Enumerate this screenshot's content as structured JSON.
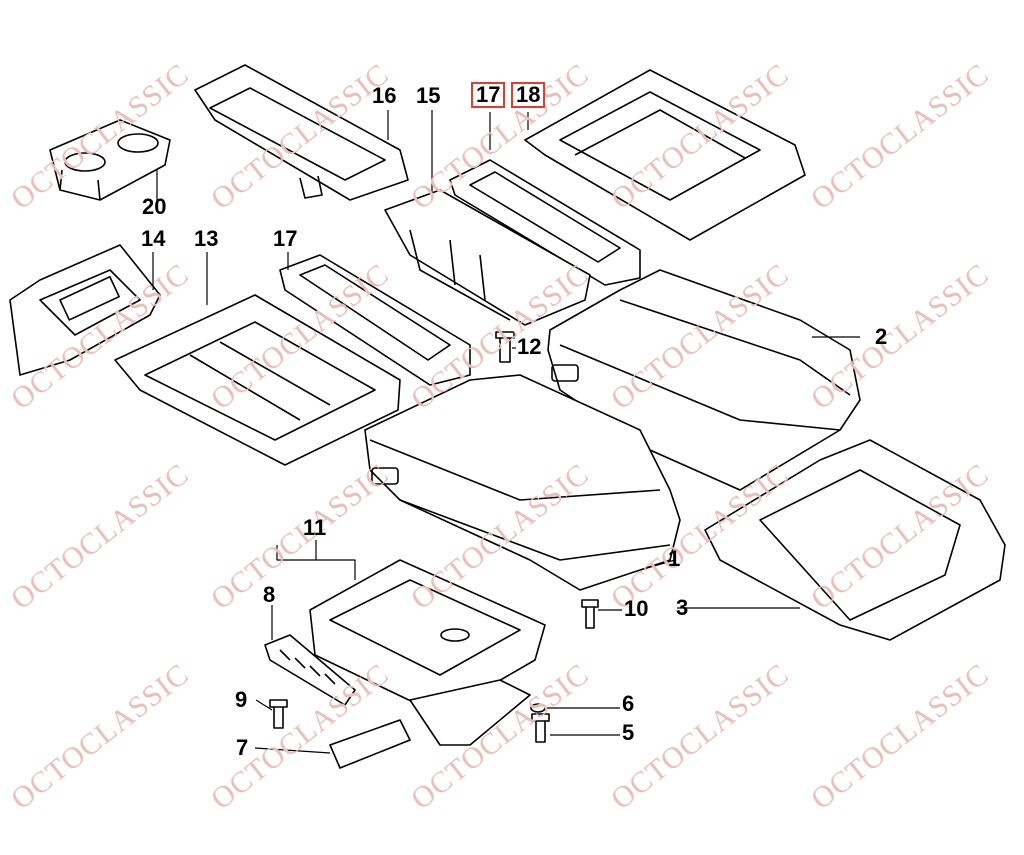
{
  "watermark": {
    "text": "OCTOCLASSIC",
    "color": "#e9bfb8"
  },
  "highlight_color": "#e53b2a",
  "callouts": [
    {
      "id": "p1",
      "text": "1"
    },
    {
      "id": "p2",
      "text": "2"
    },
    {
      "id": "p3",
      "text": "3"
    },
    {
      "id": "p5",
      "text": "5"
    },
    {
      "id": "p6",
      "text": "6"
    },
    {
      "id": "p7",
      "text": "7"
    },
    {
      "id": "p8",
      "text": "8"
    },
    {
      "id": "p9",
      "text": "9"
    },
    {
      "id": "p10",
      "text": "10"
    },
    {
      "id": "p11",
      "text": "11"
    },
    {
      "id": "p12",
      "text": "12"
    },
    {
      "id": "p13",
      "text": "13"
    },
    {
      "id": "p14",
      "text": "14"
    },
    {
      "id": "p15",
      "text": "15"
    },
    {
      "id": "p16",
      "text": "16"
    },
    {
      "id": "p17a",
      "text": "17",
      "highlighted": true
    },
    {
      "id": "p18",
      "text": "18",
      "highlighted": true
    },
    {
      "id": "p17b",
      "text": "17"
    },
    {
      "id": "p20",
      "text": "20"
    }
  ]
}
